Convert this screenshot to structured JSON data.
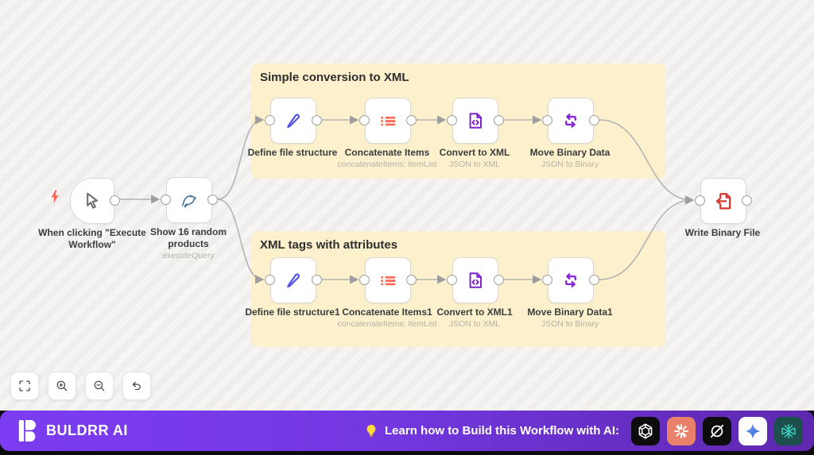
{
  "groups": [
    {
      "title": "Simple conversion to XML"
    },
    {
      "title": "XML tags with attributes"
    }
  ],
  "nodes": [
    {
      "label": "When clicking \"Execute Workflow\""
    },
    {
      "label": "Show 16 random products",
      "subtitle": "executeQuery"
    },
    {
      "label": "Define file structure"
    },
    {
      "label": "Concatenate Items",
      "subtitle": "concatenateItems: itemList"
    },
    {
      "label": "Convert to XML",
      "subtitle": "JSON to XML"
    },
    {
      "label": "Move Binary Data",
      "subtitle": "JSON to Binary"
    },
    {
      "label": "Define file structure1"
    },
    {
      "label": "Concatenate Items1",
      "subtitle": "concatenateItems: itemList"
    },
    {
      "label": "Convert to XML1",
      "subtitle": "JSON to XML"
    },
    {
      "label": "Move Binary Data1",
      "subtitle": "JSON to Binary"
    },
    {
      "label": "Write Binary File"
    }
  ],
  "toolbar": {
    "icons": [
      "fit-view",
      "zoom-in",
      "zoom-out",
      "undo"
    ]
  },
  "footer": {
    "brand": "BULDRR AI",
    "message": "Learn how to Build this Workflow with AI:",
    "bulb_icon": "lightbulb-icon",
    "ai_icons": [
      "openai",
      "claude",
      "circle-slash",
      "gemini",
      "qwen"
    ]
  },
  "colors": {
    "canvas_bg": "#f0eeec",
    "group_bg": "#fcf0cd",
    "edge": "#b6b4b0",
    "footer_gradient_start": "#7c3df2",
    "footer_gradient_end": "#5d28ae",
    "trigger_bolt": "#ff6250",
    "mysql_icon": "#44749c",
    "pencil_icon": "#5552e6",
    "list_icon": "#ff6b59",
    "xml_icon": "#7d22cf",
    "swap_icon": "#8527d8",
    "write_file_icon": "#d83a31",
    "claude_tile": "#e8806a",
    "qwen_tile": "#1d4f4d",
    "gemini_star": "#3b6fe0"
  }
}
